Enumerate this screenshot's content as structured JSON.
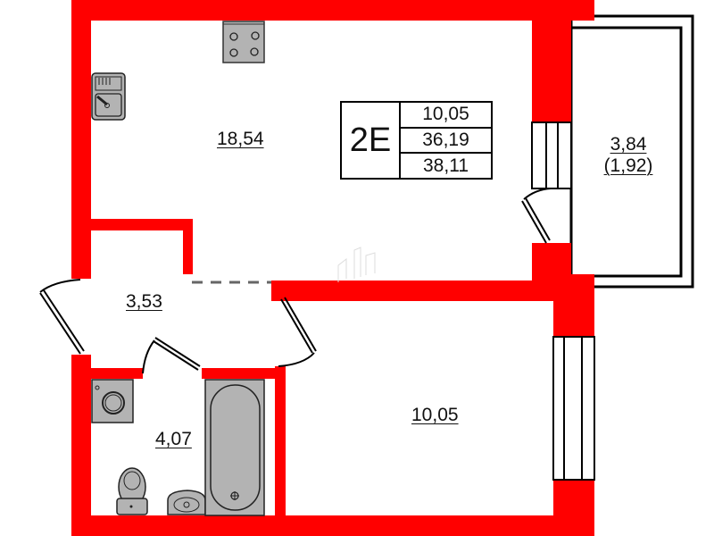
{
  "plan": {
    "apartment_type": "2E",
    "summary": {
      "living_area": "10,05",
      "total_area": "36,19",
      "total_area_with_balcony": "38,11"
    },
    "rooms": {
      "kitchen_living": {
        "label": "18,54"
      },
      "hallway": {
        "label": "3,53"
      },
      "bathroom": {
        "label": "4,07"
      },
      "bedroom": {
        "label": "10,05"
      },
      "balcony": {
        "label": "3,84",
        "reduced_label": "(1,92)"
      }
    },
    "fixtures": [
      "stove-icon",
      "sink-icon",
      "washing-machine-icon",
      "toilet-icon",
      "washbasin-icon",
      "bathtub-icon"
    ],
    "colors": {
      "wall": "#ff0000",
      "fixture_fill": "#b3b3b3",
      "outline": "#000000",
      "background": "#ffffff"
    }
  }
}
